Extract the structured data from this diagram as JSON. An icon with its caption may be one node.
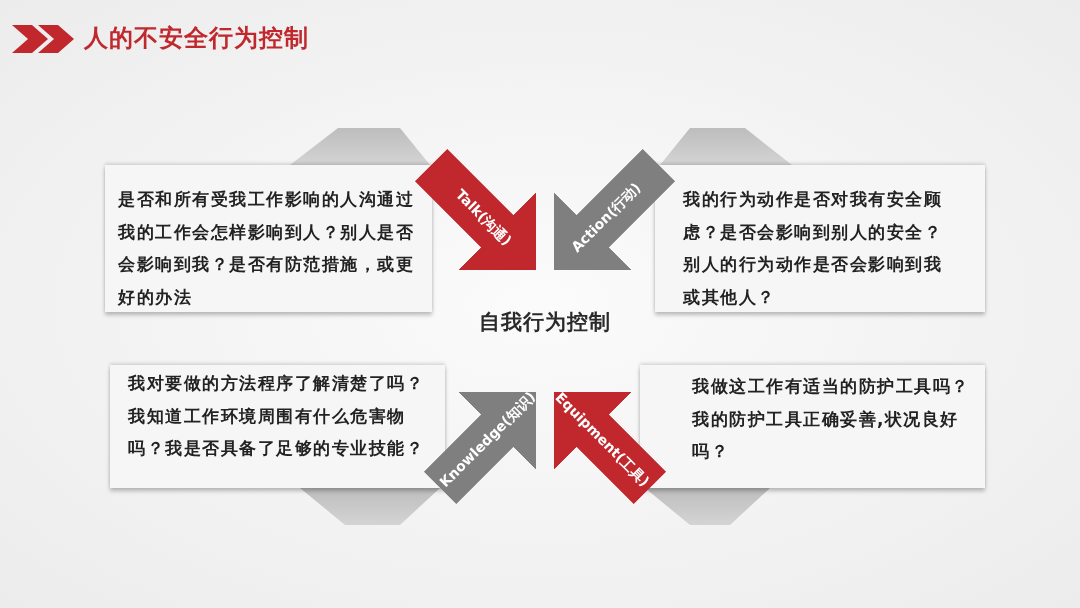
{
  "diagram": {
    "title": "人的不安全行为控制",
    "nodes": [
      {
        "text": [
          "是否和所有受我工作影响的人沟通过我的工作会怎样影响到人？别人是否会影响到我？是否有防范措施，或更好的办法"
        ]
      },
      {
        "text": [
          "我的行为动作是否对我有安全顾虑？是否会影响到别人的安全？别人的行为动作是否会影响到我或其他人？"
        ]
      },
      {
        "text": [
          "自我行为控制"
        ]
      },
      {
        "text": [
          "我对要做的方法程序了解清楚了吗？我知道工作环境周围有什么危害物吗？我是否具备了足够的专业技能？"
        ]
      },
      {
        "text": [
          "我做这工作有适当的防护工具吗？我的防护工具正确妥善,状况良好吗？"
        ]
      }
    ],
    "edges": [
      {
        "from": 0,
        "to": 2,
        "arrow": "to",
        "label": "Talk(沟通)",
        "color": "#c0282d"
      },
      {
        "from": 1,
        "to": 2,
        "arrow": "to",
        "label": "Action(行动)",
        "color": "#7f7f7f"
      },
      {
        "from": 3,
        "to": 2,
        "arrow": "to",
        "label": "Knowledge(知识)",
        "color": "#7f7f7f"
      },
      {
        "from": 4,
        "to": 2,
        "arrow": "to",
        "label": "Equipment(工具)",
        "color": "#c0282d"
      }
    ]
  }
}
